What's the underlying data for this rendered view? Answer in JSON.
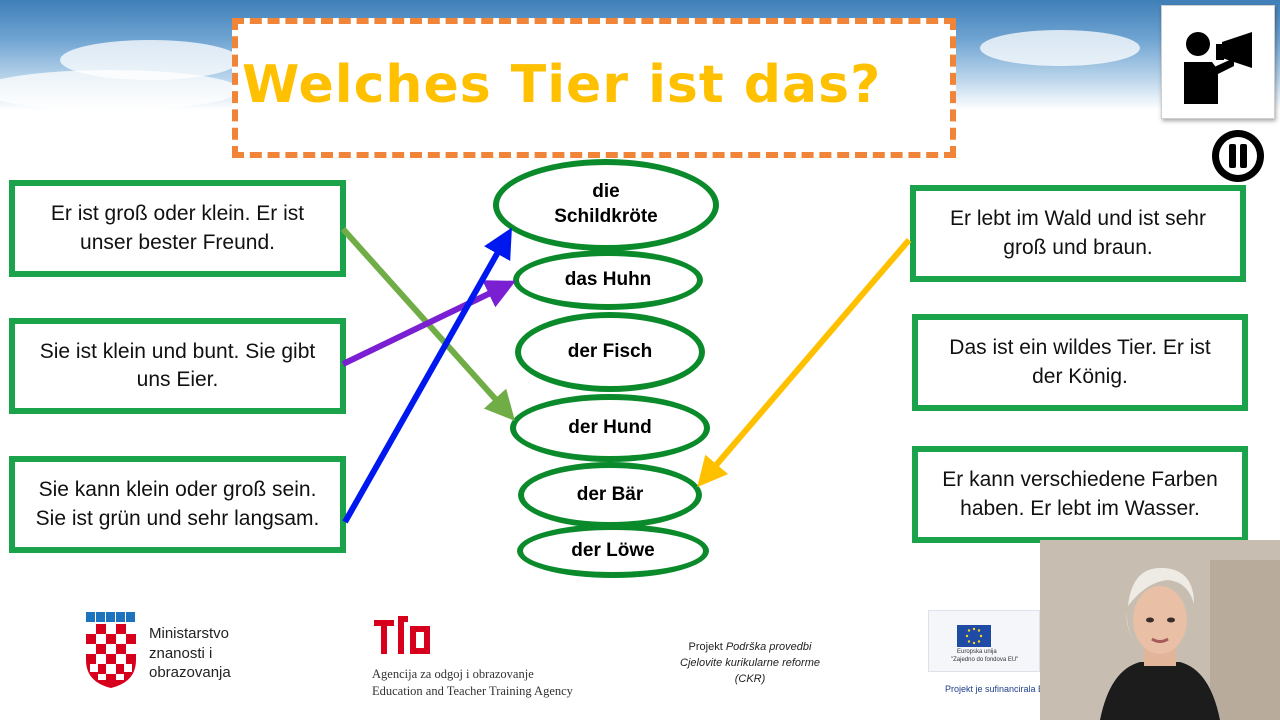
{
  "slide": {
    "title": "Welches Tier ist das?"
  },
  "clues_left": [
    {
      "text": "Er ist groß oder klein. Er ist unser bester Freund."
    },
    {
      "text": "Sie ist klein und bunt. Sie gibt uns Eier."
    },
    {
      "text": "Sie kann klein oder groß sein. Sie ist grün und sehr langsam."
    }
  ],
  "clues_right": [
    {
      "text": "Er lebt im Wald und ist sehr groß und braun."
    },
    {
      "text": "Das ist ein wildes Tier. Er ist der König."
    },
    {
      "text": "Er kann verschiedene Farben haben. Er lebt im Wasser."
    }
  ],
  "animals": [
    {
      "line1": "die",
      "line2": "Schildkröte"
    },
    {
      "line1": "das Huhn",
      "line2": ""
    },
    {
      "line1": "der Fisch",
      "line2": ""
    },
    {
      "line1": "der Hund",
      "line2": ""
    },
    {
      "line1": "der Bär",
      "line2": ""
    },
    {
      "line1": "der Löwe",
      "line2": ""
    }
  ],
  "arrow_colors": {
    "green": "#70ad47",
    "purple": "#7a1fd1",
    "blue": "#0018f0",
    "yellow": "#ffc000"
  },
  "controls": {
    "presenter_icon": "presenter-megaphone-icon",
    "pause_icon": "pause-icon"
  },
  "footer": {
    "ministry": {
      "line1": "Ministarstvo",
      "line2": "znanosti i",
      "line3": "obrazovanja"
    },
    "agency": {
      "line1": "Agencija za odgoj i obrazovanje",
      "line2": "Education and Teacher Training Agency"
    },
    "project": {
      "prefix": "Projekt ",
      "line1_italic": "Podrška provedbi",
      "line2": "Cjelovite kurikularne reforme",
      "line3": "(CKR)"
    },
    "eu": {
      "caption": "Europska unija",
      "subcaption": "\"Zajedno do fondova EU\"",
      "bottom": "Projekt je sufinancirala Europ"
    }
  }
}
